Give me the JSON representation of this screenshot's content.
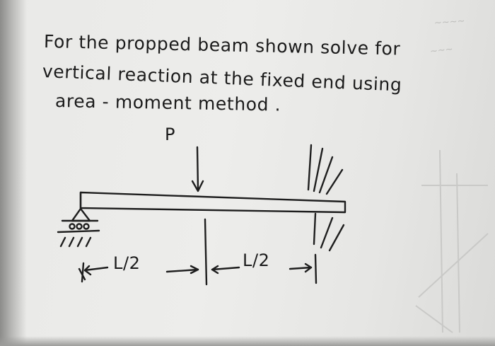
{
  "problem": {
    "line1": "For the propped beam shown solve for",
    "line2": "vertical reaction at the fixed end using",
    "line3": "area - moment method ."
  },
  "figure": {
    "load_label": "P",
    "left_span": "L/2",
    "right_span": "L/2"
  }
}
